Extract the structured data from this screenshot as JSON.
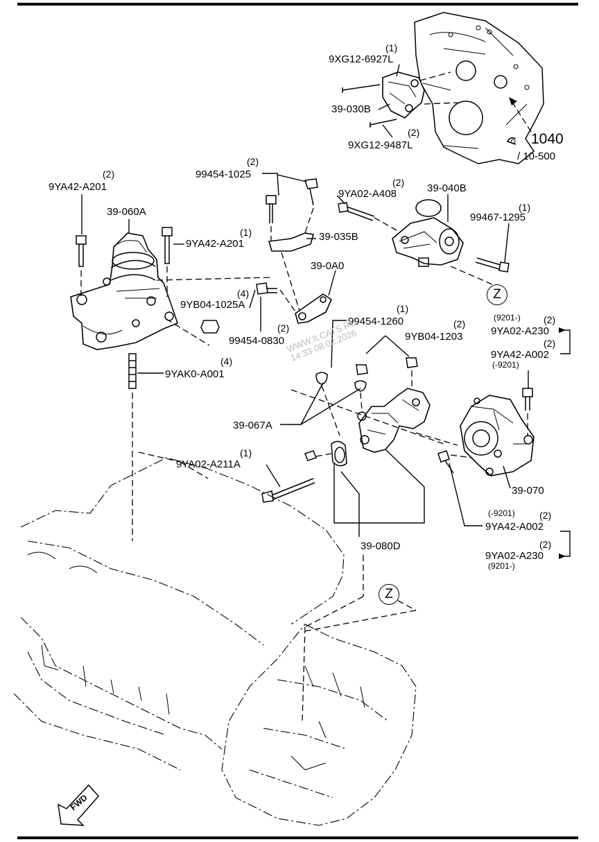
{
  "border": {
    "color": "#000000"
  },
  "labels": {
    "p_9xg12_6927l": "9XG12-6927L",
    "q_9xg12_6927l": "(1)",
    "p_39_030b": "39-030B",
    "p_9xg12_9487l": "9XG12-9487L",
    "q_9xg12_9487l": "(2)",
    "p_1040": "1040",
    "p_10_500": "/ 10-500",
    "p_9ya42_a201_left": "9YA42-A201",
    "q_9ya42_a201_left": "(2)",
    "p_39_060a": "39-060A",
    "p_99454_1025": "99454-1025",
    "q_99454_1025": "(2)",
    "p_9ya02_a408": "9YA02-A408",
    "q_9ya02_a408": "(2)",
    "p_39_040b": "39-040B",
    "p_99467_1295": "99467-1295",
    "q_99467_1295": "(1)",
    "p_9ya42_a201_mid": "9YA42-A201",
    "q_9ya42_a201_mid": "(1)",
    "p_39_035b": "39-035B",
    "p_39_0a0": "39-0A0",
    "p_9yb04_1025a": "9YB04-1025A",
    "q_9yb04_1025a": "(4)",
    "p_99454_0830": "99454-0830",
    "q_99454_0830": "(2)",
    "p_99454_1260": "99454-1260",
    "q_99454_1260": "(1)",
    "p_9yb04_1203": "9YB04-1203",
    "q_9yb04_1203": "(2)",
    "p_9yak0_a001": "9YAK0-A001",
    "q_9yak0_a001": "(4)",
    "p_9201_upper": "(9201-)",
    "p_9ya02_a230_upper": "9YA02-A230",
    "q_9ya02_a230_upper": "(2)",
    "p_9ya42_a002_upper": "9YA42-A002",
    "q_9ya42_a002_upper": "(2)",
    "p_9201_upper_b": "(-9201)",
    "p_39_067a": "39-067A",
    "p_9ya02_a211a": "9YA02-A211A",
    "q_9ya02_a211a": "(1)",
    "p_39_070": "39-070",
    "p_9201_lower": "(-9201)",
    "p_9ya42_a002_lower": "9YA42-A002",
    "q_9ya42_a002_lower": "(2)",
    "p_9ya02_a230_lower": "9YA02-A230",
    "q_9ya02_a230_lower": "(2)",
    "p_9201_lower_b": "(9201-)",
    "p_39_080d": "39-080D",
    "ref_z_upper": "Z",
    "ref_z_lower": "Z",
    "fwd": "FWD"
  },
  "watermark": {
    "line1": "WWW.ILCATS.RU",
    "line2": "14:33 08.02.2026"
  },
  "icons": {
    "ref_arrow": "hand-pointer-icon",
    "fwd_arrow": "forward-arrow-icon"
  }
}
